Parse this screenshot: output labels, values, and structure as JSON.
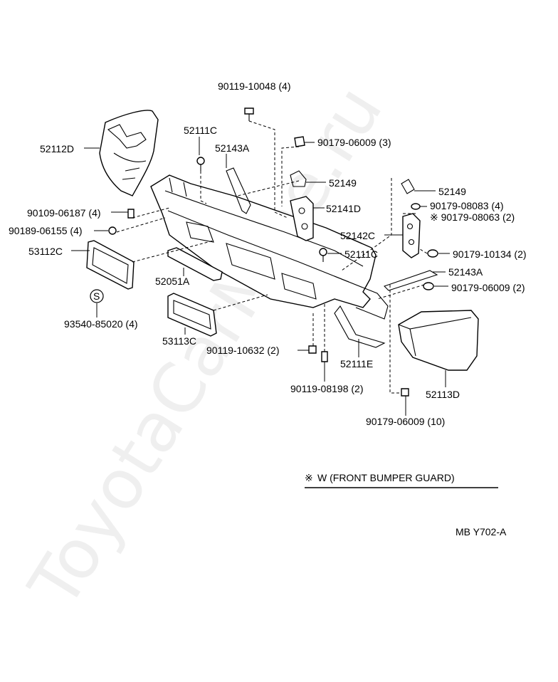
{
  "watermark": "ToyotaCarMine.ru",
  "diagram_code": "MB Y702-A",
  "legend": {
    "symbol": "※",
    "text": "W (FRONT  BUMPER  GUARD)"
  },
  "labels": {
    "p90119_10048": "90119-10048 (4)",
    "p52111C_top": "52111C",
    "p52112D": "52112D",
    "p52143A_top": "52143A",
    "p90179_06009_3": "90179-06009 (3)",
    "p52149_mid": "52149",
    "p52149_right": "52149",
    "p52141D": "52141D",
    "p90179_08083": "90179-08083 (4)",
    "p90179_08063": "※ 90179-08063 (2)",
    "p90109_06187": "90109-06187 (4)",
    "p90189_06155": "90189-06155 (4)",
    "p52142C": "52142C",
    "p53112C": "53112C",
    "p52111C_mid": "52111C",
    "p90179_10134": "90179-10134 (2)",
    "p52143A_right": "52143A",
    "p52051A": "52051A",
    "p90179_06009_2": "90179-06009 (2)",
    "s_marker": "S",
    "p93540_85020": "93540-85020 (4)",
    "p53113C": "53113C",
    "p90119_10632": "90119-10632 (2)",
    "p52111E": "52111E",
    "p52113D": "52113D",
    "p90119_08198": "90119-08198 (2)",
    "p90179_06009_10": "90179-06009 (10)"
  }
}
